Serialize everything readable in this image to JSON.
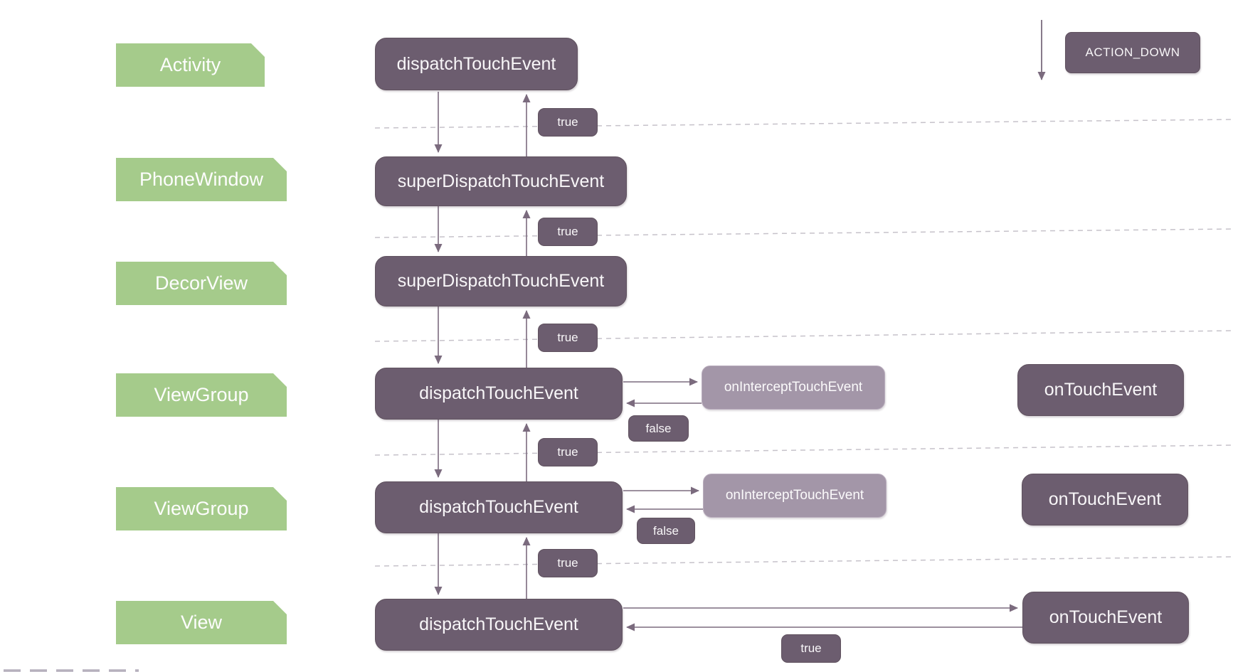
{
  "diagram_title": "android-touch-event-dispatch-flow",
  "event": {
    "action_label": "ACTION_DOWN"
  },
  "rows": [
    {
      "layer": "Activity",
      "method": "dispatchTouchEvent",
      "return_up": "true"
    },
    {
      "layer": "PhoneWindow",
      "method": "superDispatchTouchEvent",
      "return_up": "true"
    },
    {
      "layer": "DecorView",
      "method": "superDispatchTouchEvent",
      "return_up": "true"
    },
    {
      "layer": "ViewGroup",
      "method": "dispatchTouchEvent",
      "return_up": "true",
      "intercept": {
        "method": "onInterceptTouchEvent",
        "result": "false"
      },
      "touch": {
        "method": "onTouchEvent"
      }
    },
    {
      "layer": "ViewGroup",
      "method": "dispatchTouchEvent",
      "return_up": "true",
      "intercept": {
        "method": "onInterceptTouchEvent",
        "result": "false"
      },
      "touch": {
        "method": "onTouchEvent"
      }
    },
    {
      "layer": "View",
      "method": "dispatchTouchEvent",
      "touch": {
        "method": "onTouchEvent",
        "result": "true"
      }
    }
  ],
  "colors": {
    "layer_green": "#a5cb8b",
    "node_dark": "#6c5d6f",
    "node_light": "#a396a8",
    "arrow": "#7b6b7e",
    "divider_dash": "#c6c2ca",
    "text": "#f8f6f8",
    "background": "#ffffff"
  }
}
